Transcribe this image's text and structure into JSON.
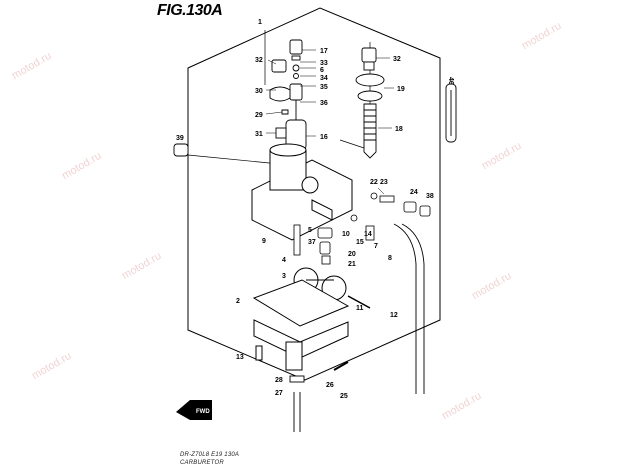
{
  "figure": {
    "title": "FIG.130A",
    "model_line": "DR-Z70L8  E19  130A",
    "section_name": "CARBURETOR",
    "fwd_label": "FWD",
    "watermark": "motod.ru"
  },
  "callouts": [
    "1",
    "17",
    "32",
    "33",
    "6",
    "34",
    "35",
    "30",
    "36",
    "29",
    "31",
    "16",
    "19",
    "18",
    "46",
    "39",
    "22",
    "23",
    "24",
    "38",
    "5",
    "10",
    "15",
    "14",
    "9",
    "37",
    "20",
    "21",
    "8",
    "4",
    "3",
    "2",
    "11",
    "12",
    "13",
    "28",
    "26",
    "27",
    "25",
    "7"
  ]
}
